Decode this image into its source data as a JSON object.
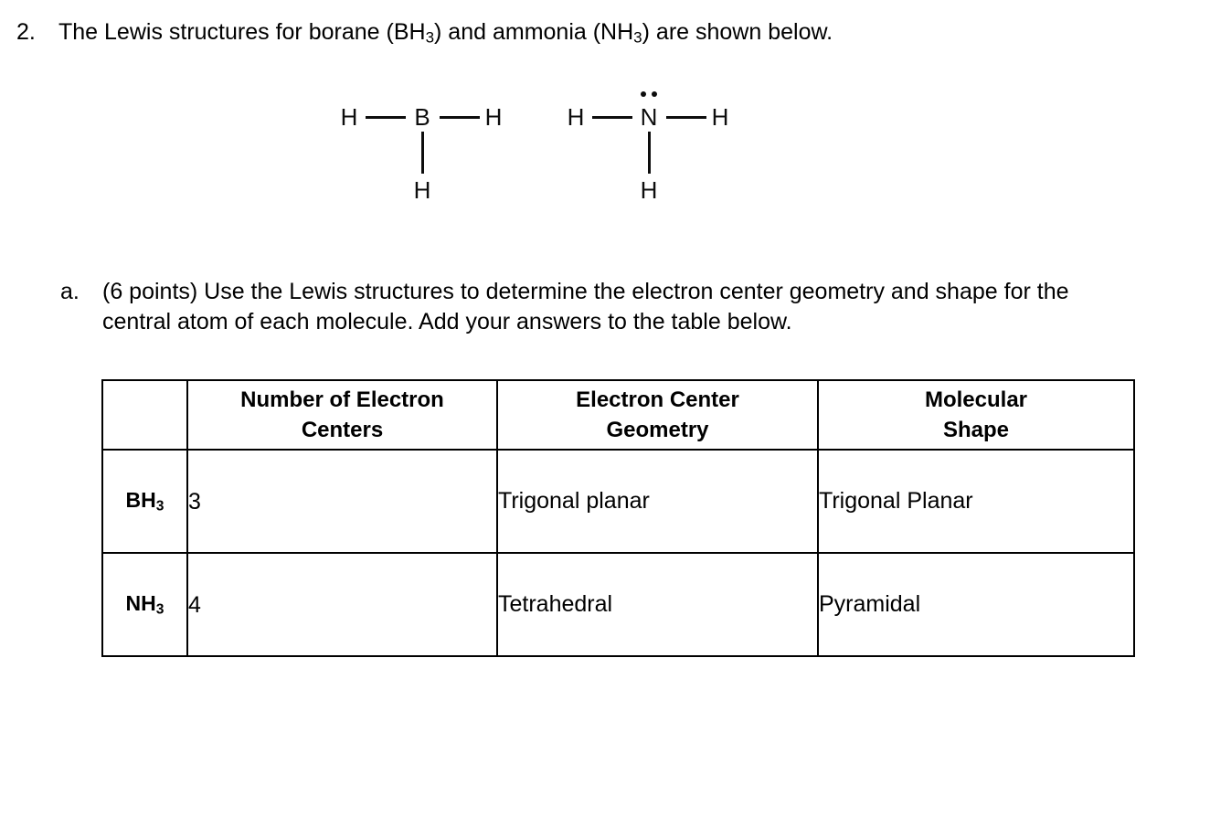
{
  "question": {
    "marker": "2.",
    "text_parts": {
      "before": "The Lewis structures for borane (BH",
      "sub1": "3",
      "middle": ") and ammonia (NH",
      "sub2": "3",
      "after": ") are shown below."
    }
  },
  "lewis_structures": [
    {
      "id": "bh3",
      "center_atom": "B",
      "left_atom": "H",
      "right_atom": "H",
      "bottom_atom": "H",
      "lone_pairs": 0
    },
    {
      "id": "nh3",
      "center_atom": "N",
      "left_atom": "H",
      "right_atom": "H",
      "bottom_atom": "H",
      "lone_pairs": 1
    }
  ],
  "subquestion": {
    "marker": "a.",
    "text": "(6 points) Use the Lewis structures to determine the electron center geometry and shape for the central atom of each molecule. Add your answers to the table below."
  },
  "table": {
    "headers": [
      "",
      "Number of Electron Centers",
      "Electron Center Geometry",
      "Molecular Shape"
    ],
    "header_lines": [
      [
        "",
        ""
      ],
      [
        "Number of Electron",
        "Centers"
      ],
      [
        "Electron Center",
        "Geometry"
      ],
      [
        "Molecular",
        "Shape"
      ]
    ],
    "rows": [
      {
        "molecule": "BH",
        "molecule_sub": "3",
        "electron_centers": "3",
        "electron_center_geometry": "Trigonal planar",
        "molecular_shape": "Trigonal Planar"
      },
      {
        "molecule": "NH",
        "molecule_sub": "3",
        "electron_centers": "4",
        "electron_center_geometry": "Tetrahedral",
        "molecular_shape": "Pyramidal"
      }
    ]
  },
  "colors": {
    "text": "#000000",
    "ink": "#0d0d0d",
    "background": "#ffffff",
    "border": "#000000"
  }
}
